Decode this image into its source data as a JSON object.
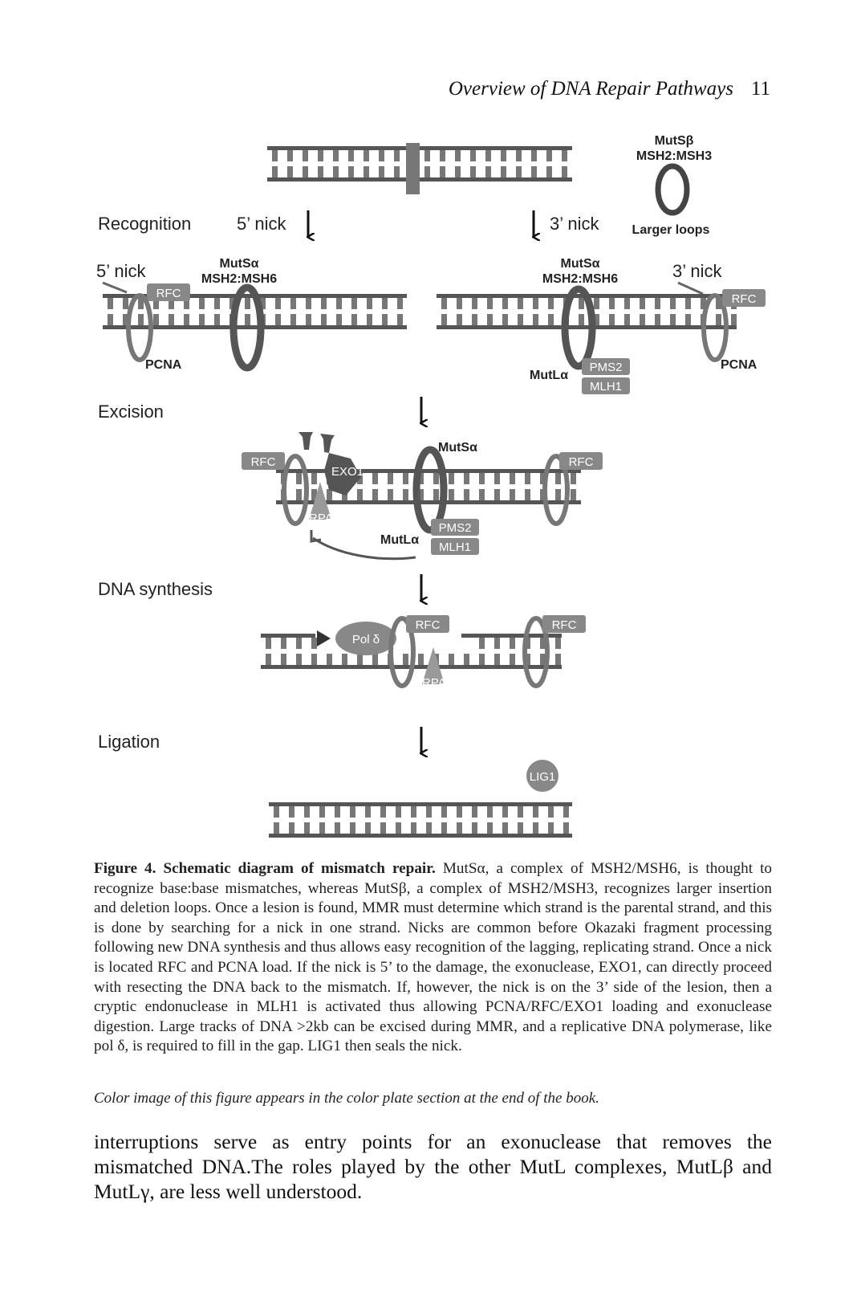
{
  "header": {
    "title": "Overview of DNA Repair Pathways",
    "page_number": "11"
  },
  "figure": {
    "stages": {
      "recognition": "Recognition",
      "excision": "Excision",
      "synthesis": "DNA synthesis",
      "ligation": "Ligation"
    },
    "labels": {
      "nick5": "5’ nick",
      "nick3": "3’ nick",
      "mutsb": "MutSβ",
      "msh2msh3": "MSH2:MSH3",
      "larger_loops": "Larger loops",
      "mutsa": "MutSα",
      "msh2msh6": "MSH2:MSH6",
      "rfc": "RFC",
      "pcna": "PCNA",
      "mutla": "MutLα",
      "pms2": "PMS2",
      "mlh1": "MLH1",
      "exo1": "EXO1",
      "rpa": "RPA",
      "pold": "Pol δ",
      "lig1": "LIG1"
    }
  },
  "caption": {
    "figure_label": "Figure 4. Schematic diagram of mismatch repair.",
    "text": "MutSα, a complex of MSH2/MSH6, is thought to recognize base:base mismatches, whereas MutSβ, a complex of MSH2/MSH3, recognizes larger insertion and deletion loops. Once a lesion is found, MMR must determine which strand is the parental strand, and this is done by searching for a nick in one strand. Nicks are common before Okazaki fragment processing following new DNA synthesis and thus allows easy recognition of the lagging, replicating strand. Once a nick is located RFC and PCNA load. If the nick is 5’ to the damage, the exonuclease, EXO1, can directly proceed with resecting the DNA back to the mismatch. If, however, the nick is on the 3’ side of the lesion, then a cryptic endonuclease in MLH1 is activated thus allowing PCNA/RFC/EXO1 loading and exonuclease digestion. Large tracks of DNA >2kb can be excised during MMR, and a replicative DNA polymerase, like pol δ, is required to fill in the gap. LIG1 then seals the nick."
  },
  "color_note": "Color image of this figure appears in the color plate section at the end of the book.",
  "body_text": "interruptions serve as entry points for an exonuclease that removes the mismatched DNA.The roles played by the other MutL complexes, MutLβ and MutLγ, are less well understood."
}
